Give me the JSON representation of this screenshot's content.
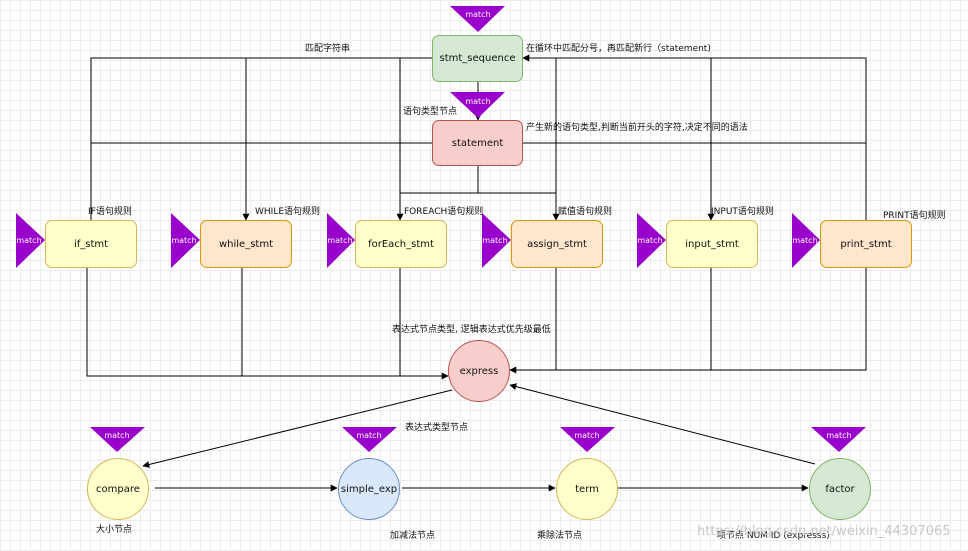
{
  "nodes": {
    "stmt_sequence": "stmt_sequence",
    "statement": "statement",
    "if_stmt": "if_stmt",
    "while_stmt": "while_stmt",
    "forEach_stmt": "forEach_stmt",
    "assign_stmt": "assign_stmt",
    "input_stmt": "input_stmt",
    "print_stmt": "print_stmt",
    "express": "express",
    "compare": "compare",
    "simple_exp": "simple_exp",
    "term": "term",
    "factor": "factor"
  },
  "marker_text": "match",
  "labels": {
    "match_string": "匹配字符串",
    "loop_match": "在循环中匹配分号，再匹配新行（statement)",
    "statement_type": "语句类型节点",
    "statement_desc": "产生新的语句类型,判断当前开头的字符,决定不同的语法",
    "if_rule": "IF语句规则",
    "while_rule": "WHILE语句规则",
    "foreach_rule": "FOREACH语句规则",
    "assign_rule": "赋值语句规则",
    "input_rule": "INPUT语句规则",
    "print_rule": "PRINT语句规则",
    "express_desc": "表达式节点类型, 逻辑表达式优先级最低",
    "expr_type": "表达式类型节点",
    "compare_desc": "大小节点",
    "simple_desc": "加减法节点",
    "term_desc": "乘除法节点",
    "factor_desc": "项节点 NUM ID (expresss)"
  },
  "watermark": "https://blog.csdn.net/weixin_44307065",
  "colors": {
    "green_fill": "#d5e8d4",
    "red_fill": "#f8cecc",
    "yellow_fill": "#ffffcc",
    "orange_fill": "#ffe6cc",
    "blue_fill": "#dae8fc",
    "marker": "#9900cc"
  }
}
